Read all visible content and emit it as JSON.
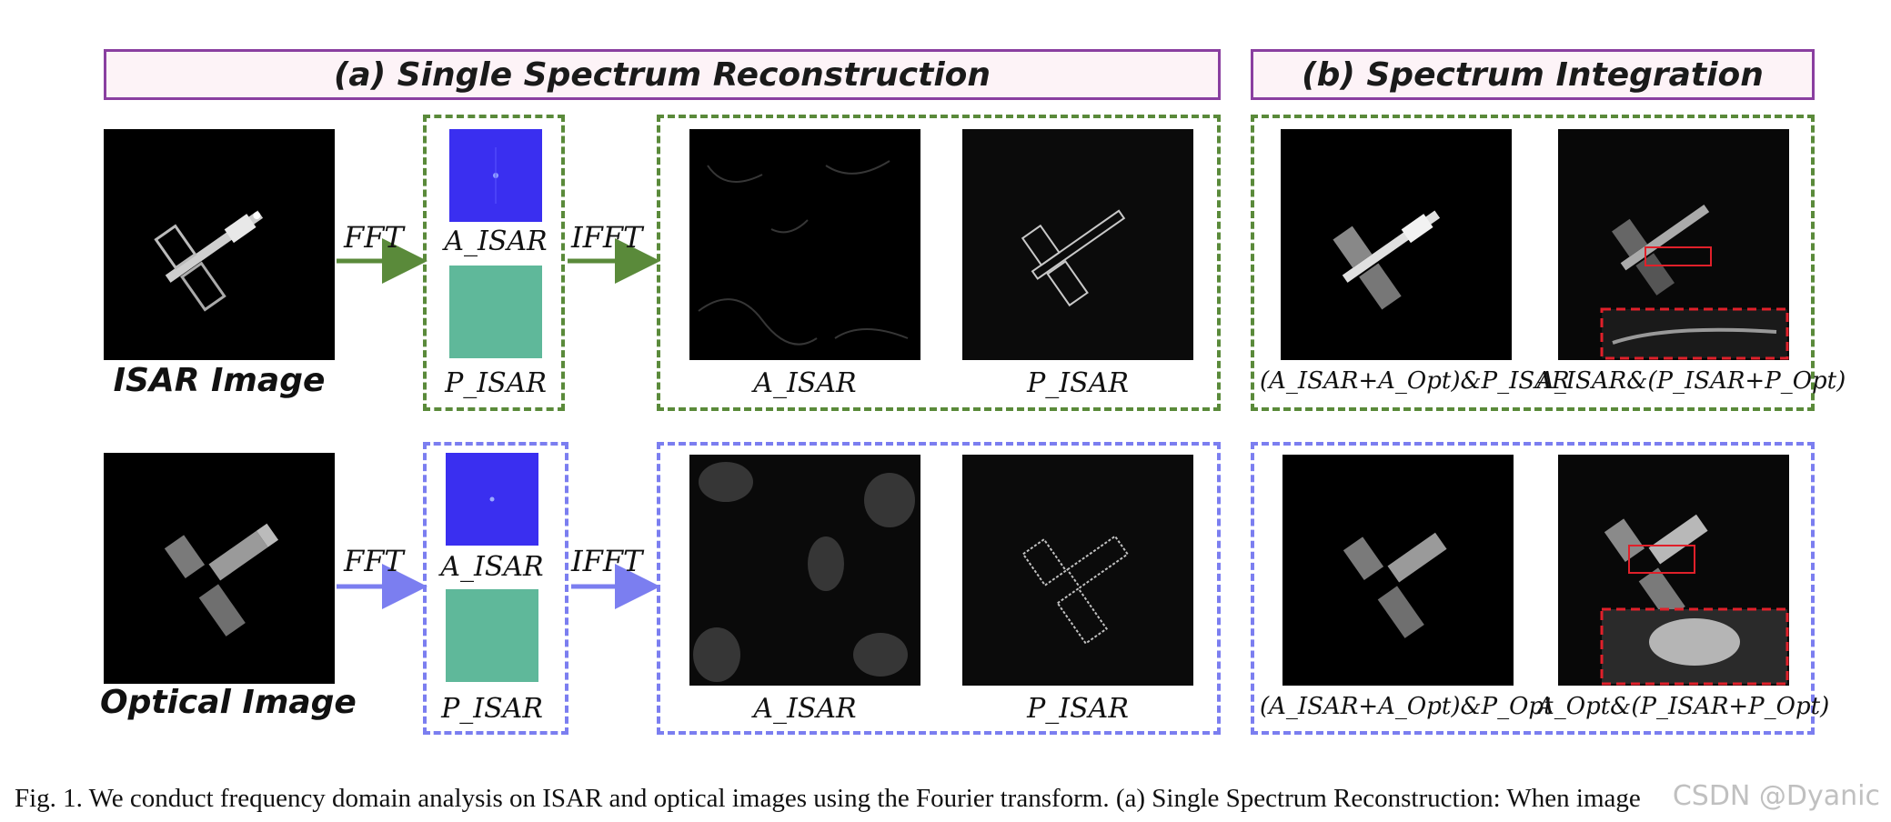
{
  "headers": {
    "a": "(a) Single Spectrum Reconstruction",
    "b": "(b) Spectrum Integration"
  },
  "row1": {
    "input_label": "ISAR Image",
    "fft": "FFT",
    "ifft": "IFFT",
    "amp_label": "A_ISAR",
    "phase_label": "P_ISAR",
    "recon_amp_label": "A_ISAR",
    "recon_phase_label": "P_ISAR",
    "int1_label": "(A_ISAR+A_Opt)&P_ISAR",
    "int2_label": "A_ISAR&(P_ISAR+P_Opt)"
  },
  "row2": {
    "input_label": "Optical Image",
    "fft": "FFT",
    "ifft": "IFFT",
    "amp_label": "A_ISAR",
    "phase_label": "P_ISAR",
    "recon_amp_label": "A_ISAR",
    "recon_phase_label": "P_ISAR",
    "int1_label": "(A_ISAR+A_Opt)&P_Opt",
    "int2_label": "A_Opt&(P_ISAR+P_Opt)"
  },
  "caption": "Fig. 1.  We conduct frequency domain analysis on ISAR and optical images using the Fourier transform. (a) Single Spectrum Reconstruction: When image",
  "watermark": "CSDN @Dyanic",
  "colors": {
    "green": "#5a8a3a",
    "blue": "#7b7ef0",
    "purple": "#8a3fa0",
    "spectrum_blue": "#3a2ff0",
    "phase_teal": "#5fb89a",
    "zoom_red": "#e0202a"
  }
}
